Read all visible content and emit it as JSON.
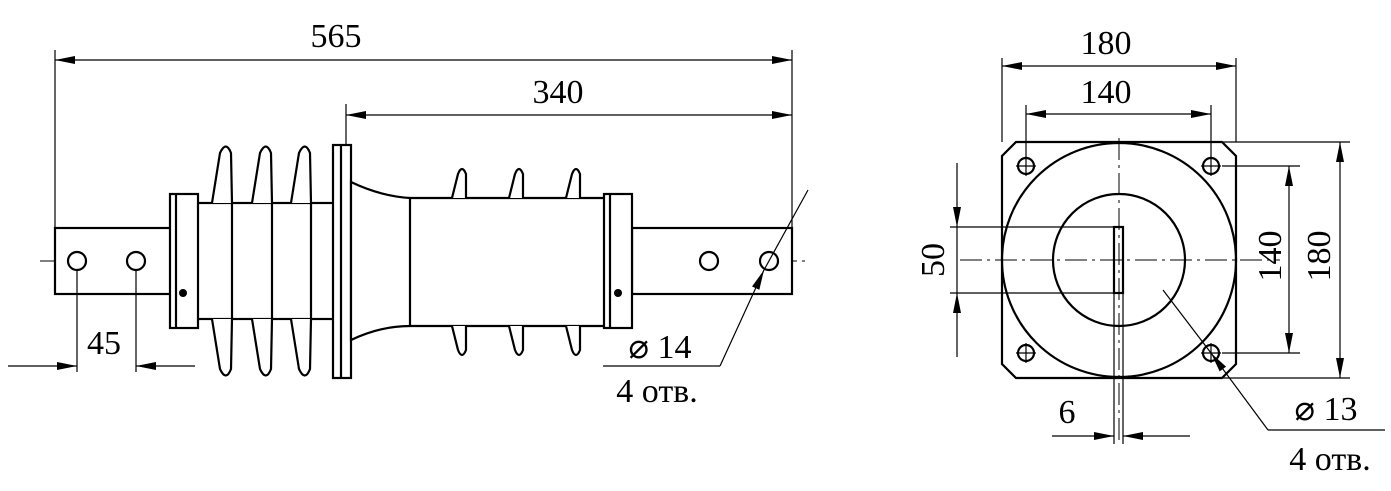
{
  "side_view": {
    "dim_overall": "565",
    "dim_to_flange": "340",
    "dim_hole_pitch": "45",
    "hole_diameter": "⌀ 14",
    "hole_count": "4 отв."
  },
  "end_view": {
    "dim_flange_width": "180",
    "dim_hole_spacing_h": "140",
    "dim_hole_spacing_v": "140",
    "dim_flange_height": "180",
    "dim_conductor_height": "50",
    "dim_conductor_thickness": "6",
    "hole_diameter": "⌀ 13",
    "hole_count": "4 отв."
  }
}
